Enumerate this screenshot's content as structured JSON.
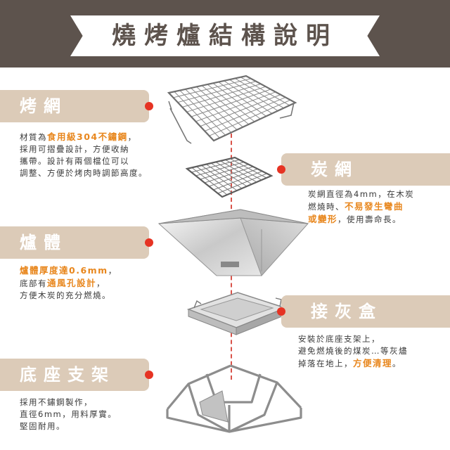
{
  "title": "燒烤爐結構說明",
  "colors": {
    "banner": "#5d534d",
    "label_bg": "#dccbb8",
    "highlight": "#e8871e",
    "dot": "#e63323"
  },
  "parts": {
    "grill_net": {
      "label": "烤網",
      "desc": {
        "l1_a": "材質為",
        "l1_hl": "食用級304不鏽鋼",
        "l1_b": "，",
        "l2": "採用可摺疊設計，方便收納",
        "l3": "攜帶。設計有兩個檔位可以",
        "l4": "調整、方便於烤肉時調節高度。"
      }
    },
    "charcoal_net": {
      "label": "炭網",
      "desc": {
        "l1": "炭網直徑為4mm，在木炭",
        "l2_a": "燃燒時、",
        "l2_hl": "不易發生彎曲",
        "l3_hl": "或變形",
        "l3_b": "，使用壽命長。"
      }
    },
    "body": {
      "label": "爐體",
      "desc": {
        "l1_hl": "爐體厚度達0.6mm",
        "l1_b": "，",
        "l2_a": "底部有",
        "l2_hl": "通風孔設計",
        "l2_b": "，",
        "l3": "方便木炭的充分燃燒。"
      }
    },
    "ash_tray": {
      "label": "接灰盒",
      "desc": {
        "l1": "安裝於底座支架上，",
        "l2": "避免燃燒後的煤炭…等灰燼",
        "l3_a": "掉落在地上，",
        "l3_hl": "方便清理",
        "l3_b": "。"
      }
    },
    "base": {
      "label": "底座支架",
      "desc": {
        "l1": "採用不鏽鋼製作，",
        "l2": "直徑6mm，用料厚實。",
        "l3": "堅固耐用。"
      }
    }
  }
}
